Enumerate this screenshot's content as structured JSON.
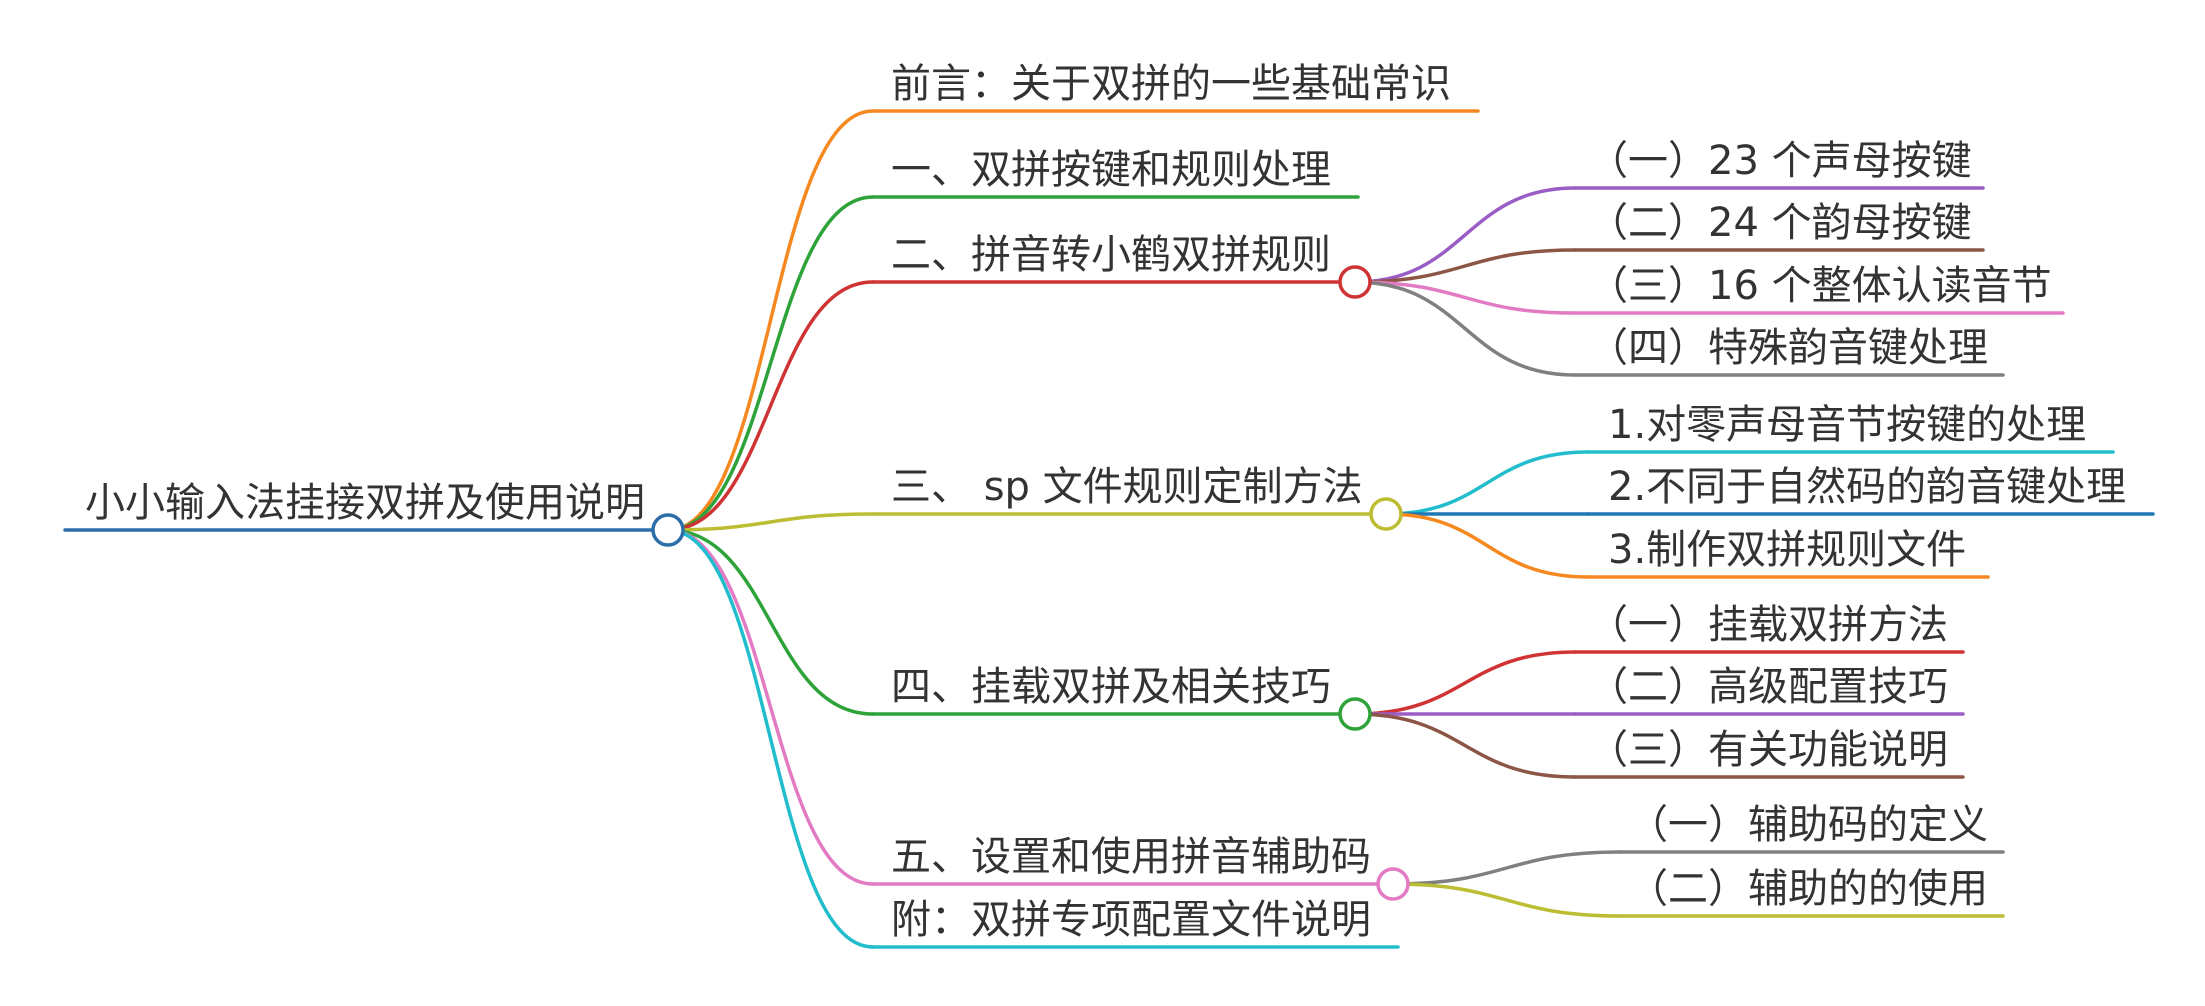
{
  "root": {
    "id": "root",
    "label": "小小输入法挂接双拼及使用说明",
    "color": "#2b6ea8",
    "children": [
      {
        "id": "n0",
        "label": "前言：关于双拼的一些基础常识",
        "color": "#f5891f",
        "children": []
      },
      {
        "id": "n1",
        "label": "一、双拼按键和规则处理",
        "color": "#2ea33a",
        "children": []
      },
      {
        "id": "n2",
        "label": "二、拼音转小鹤双拼规则",
        "color": "#d03333",
        "children": [
          {
            "id": "n2a",
            "label": "（一）23 个声母按键",
            "color": "#9a5dc5",
            "children": []
          },
          {
            "id": "n2b",
            "label": "（二）24 个韵母按键",
            "color": "#8c5546",
            "children": []
          },
          {
            "id": "n2c",
            "label": "（三）16 个整体认读音节",
            "color": "#e27ac4",
            "children": []
          },
          {
            "id": "n2d",
            "label": "（四）特殊韵音键处理",
            "color": "#808080",
            "children": []
          }
        ]
      },
      {
        "id": "n3",
        "label": "三、 sp 文件规则定制方法",
        "color": "#bcbd33",
        "children": [
          {
            "id": "n3a",
            "label": "1.对零声母音节按键的处理",
            "color": "#21bdcc",
            "children": []
          },
          {
            "id": "n3b",
            "label": "2.不同于自然码的韵音键处理",
            "color": "#1f77b4",
            "children": []
          },
          {
            "id": "n3c",
            "label": "3.制作双拼规则文件",
            "color": "#f5891f",
            "children": []
          }
        ]
      },
      {
        "id": "n4",
        "label": "四、挂载双拼及相关技巧",
        "color": "#2ea33a",
        "children": [
          {
            "id": "n4a",
            "label": "（一）挂载双拼方法",
            "color": "#d03333",
            "children": []
          },
          {
            "id": "n4b",
            "label": "（二）高级配置技巧",
            "color": "#9a5dc5",
            "children": []
          },
          {
            "id": "n4c",
            "label": "（三）有关功能说明",
            "color": "#8c5546",
            "children": []
          }
        ]
      },
      {
        "id": "n5",
        "label": "五、设置和使用拼音辅助码",
        "color": "#e27ac4",
        "children": [
          {
            "id": "n5a",
            "label": "（一）辅助码的定义",
            "color": "#808080",
            "children": []
          },
          {
            "id": "n5b",
            "label": "（二）辅助的的使用",
            "color": "#bcbd33",
            "children": []
          }
        ]
      },
      {
        "id": "n6",
        "label": "附：双拼专项配置文件说明",
        "color": "#21bdcc",
        "children": []
      }
    ]
  }
}
